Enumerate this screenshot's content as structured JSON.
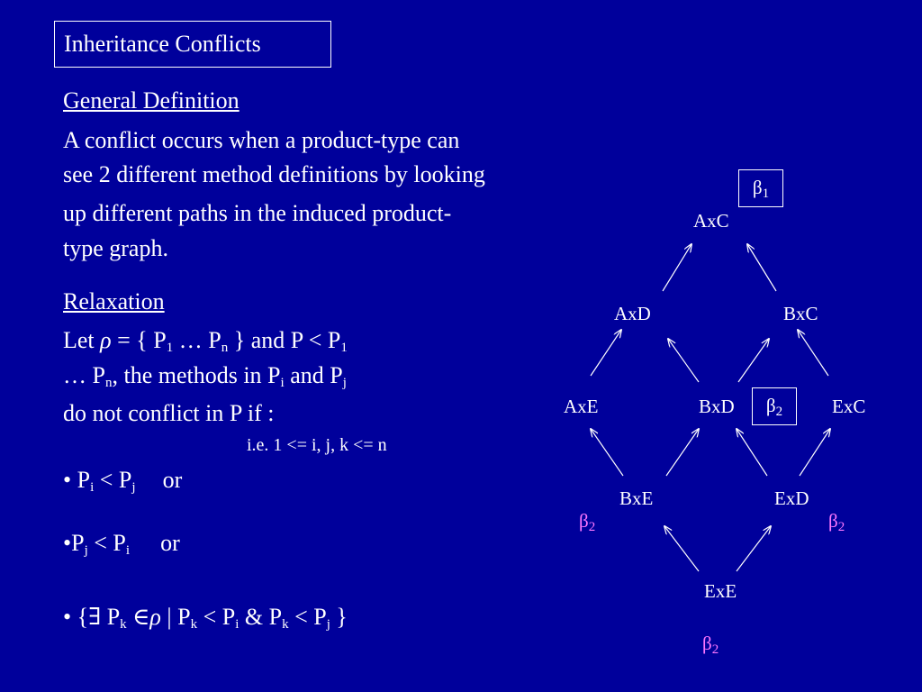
{
  "title": "Inheritance Conflicts",
  "general": {
    "heading": "General Definition",
    "lines": [
      "A conflict occurs when a product-type can",
      "see 2 different method definitions by looking",
      "up different paths in the induced product-",
      "type graph."
    ]
  },
  "relaxation": {
    "heading": "Relaxation",
    "line1": {
      "t0": "Let ",
      "rho": "ρ",
      "t1": " = { P",
      "s1": "1",
      "t2": " … P",
      "s2": "n",
      "t3": " } and P ",
      "lt": "<",
      "t4": " P",
      "s3": "1"
    },
    "line2": {
      "t0": "… P",
      "s0": "n",
      "t1": ", the methods in P",
      "s1": "i",
      "t2": " and P",
      "s2": "j"
    },
    "line3": "do not conflict in P if :",
    "note": "i.e. 1 <= i, j, k <= n",
    "bullets": {
      "b1": {
        "dot": "•",
        "p": " P",
        "s1": "i",
        "lt": " < ",
        "p2": "P",
        "s2": "j",
        "or": "or"
      },
      "b2": {
        "dot": "•",
        "p": "P",
        "s1": "j",
        "lt": " < ",
        "p2": "P",
        "s2": "i",
        "or": "or"
      },
      "b3": {
        "dot": "•",
        "t0": " {",
        "exists": "∃",
        "t1": " P",
        "s1": "k",
        "elem": " ∈",
        "rho": "ρ",
        "bar": " | ",
        "t2": "P",
        "s2": "k",
        "lt1": " < ",
        "t3": "P",
        "s3": "i",
        "amp": " & ",
        "t4": "P",
        "s4": "k",
        "lt2": " < ",
        "t5": "P",
        "s5": "j",
        "t6": " }"
      }
    }
  },
  "graph": {
    "nodes": {
      "axc": "AxC",
      "axd": "AxD",
      "bxc": "BxC",
      "axe": "AxE",
      "bxd": "BxD",
      "exc": "ExC",
      "bxe": "BxE",
      "exd": "ExD",
      "exe": "ExE"
    },
    "beta1": {
      "b": "β",
      "s": "1"
    },
    "beta2": {
      "b": "β",
      "s": "2"
    },
    "beta_color": "#ff77ff"
  }
}
